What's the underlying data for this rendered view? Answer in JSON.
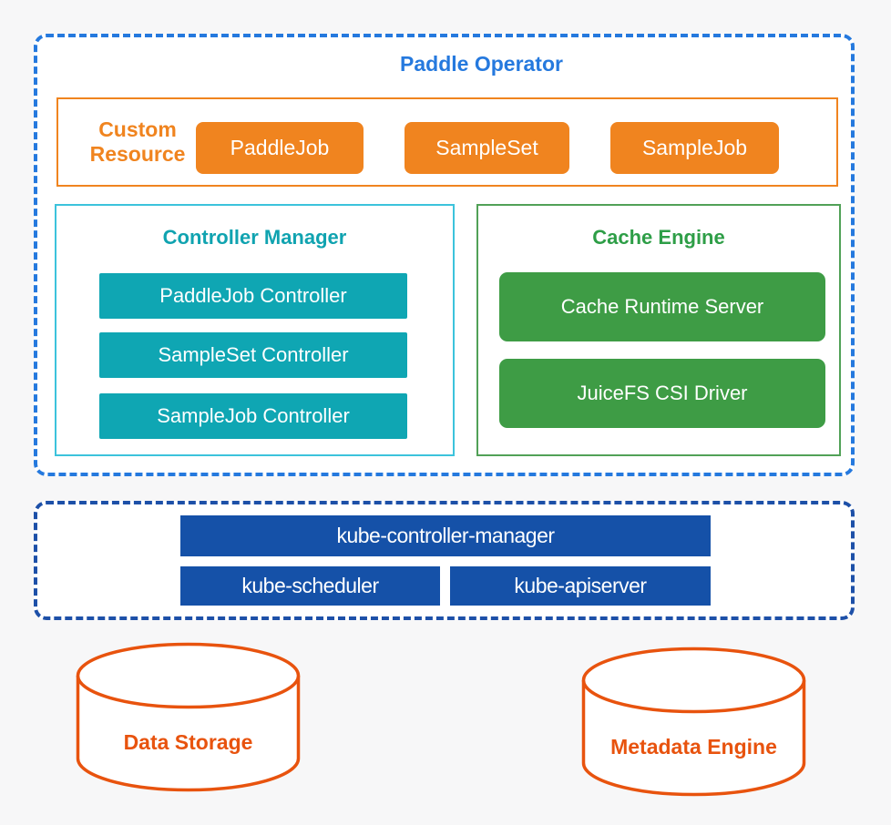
{
  "paddle_operator": {
    "title": "Paddle Operator",
    "custom_resource": {
      "label": "Custom Resource",
      "items": [
        "PaddleJob",
        "SampleSet",
        "SampleJob"
      ]
    },
    "controller_manager": {
      "title": "Controller Manager",
      "items": [
        "PaddleJob Controller",
        "SampleSet Controller",
        "SampleJob Controller"
      ]
    },
    "cache_engine": {
      "title": "Cache Engine",
      "items": [
        "Cache Runtime Server",
        "JuiceFS CSI Driver"
      ]
    }
  },
  "kubernetes": {
    "items": [
      "kube-controller-manager",
      "kube-scheduler",
      "kube-apiserver"
    ]
  },
  "storage": {
    "data_storage": {
      "label": "Data Storage"
    },
    "metadata_engine": {
      "label": "Metadata Engine"
    }
  },
  "colors": {
    "operator_border": "#2579DE",
    "title_blue": "#2579DE",
    "custom_resource_orange": "#F0841F",
    "controller_border": "#3CC3DC",
    "controller_teal": "#0FA6B3",
    "cache_border": "#51A157",
    "cache_green": "#3E9C45",
    "kubernetes_border": "#1D50A8",
    "kubernetes_blue": "#1551A8",
    "cylinder_orange": "#E8530E",
    "background": "#F7F7F8"
  }
}
